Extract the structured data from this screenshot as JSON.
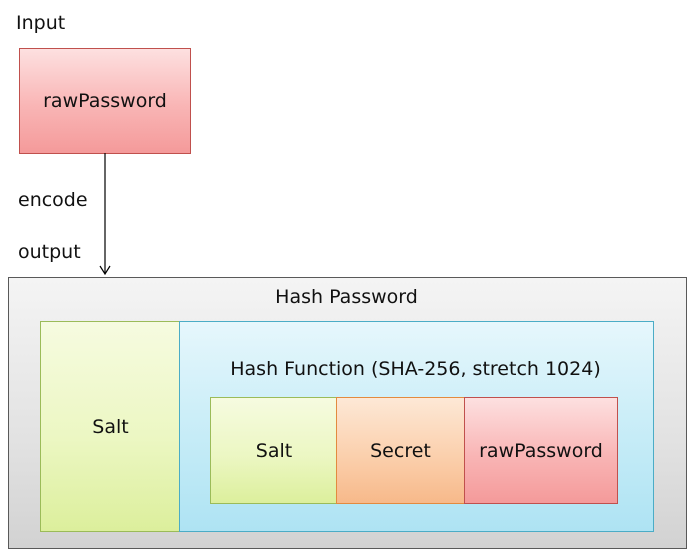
{
  "input_label": "Input",
  "raw_password_top": "rawPassword",
  "encode_label": "encode",
  "output_label": "output",
  "hash_password_title": "Hash Password",
  "salt_outer": "Salt",
  "hash_function_title": "Hash Function (SHA-256, stretch 1024)",
  "inner": {
    "salt": "Salt",
    "secret": "Secret",
    "raw_password": "rawPassword"
  }
}
